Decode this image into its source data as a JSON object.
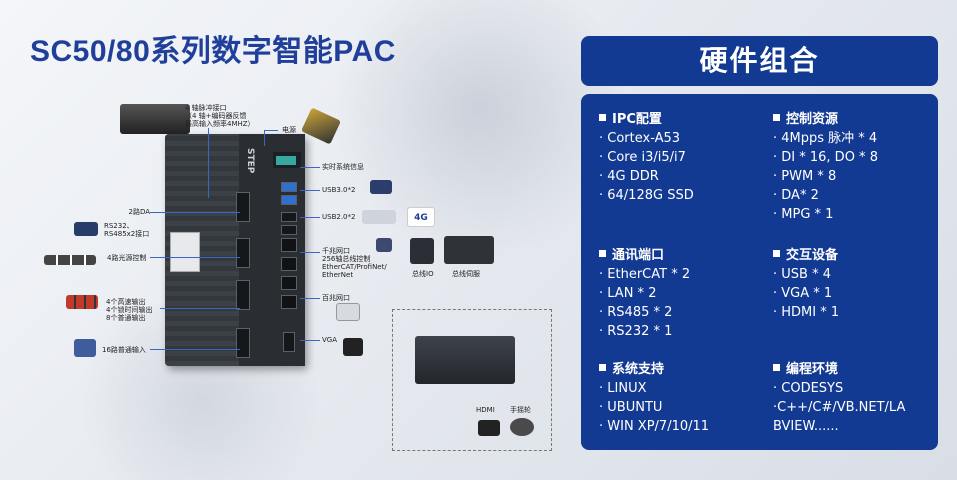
{
  "title": "SC50/80系列数字智能PAC",
  "panel": {
    "heading": "硬件组合",
    "groups": {
      "ipc": {
        "title": "IPC配置",
        "items": [
          "· Cortex-A53",
          "· Core i3/i5/i7",
          "· 4G DDR",
          "· 64/128G SSD"
        ]
      },
      "ctrl": {
        "title": "控制资源",
        "items": [
          "· 4Mpps 脉冲 * 4",
          "· DI * 16, DO * 8",
          "· PWM * 8",
          "· DA* 2",
          "· MPG * 1"
        ]
      },
      "comm": {
        "title": "通讯端口",
        "items": [
          "· EtherCAT * 2",
          "· LAN * 2",
          "· RS485 * 2",
          "· RS232 * 1"
        ]
      },
      "hmi": {
        "title": "交互设备",
        "items": [
          "· USB * 4",
          "· VGA * 1",
          "· HDMI * 1"
        ]
      },
      "os": {
        "title": "系统支持",
        "items": [
          "· LINUX",
          "· UBUNTU",
          "· WIN XP/7/10/11"
        ]
      },
      "prog": {
        "title": "编程环境",
        "items": [
          "· CODESYS",
          "·C++/C#/VB.NET/LA",
          "BVIEW......"
        ]
      }
    }
  },
  "diagram": {
    "pulse_label": "4 轴脉冲接口\n（4 轴+编码器反馈\n最高输入频率4MHZ）",
    "power_label": "电源",
    "rt_label": "实时系统信息",
    "usb3_label": "USB3.0*2",
    "usb2_label": "USB2.0*2",
    "da_label": "2路DA",
    "rs_label": "RS232、\nRS485x2接口",
    "light_label": "4路光源控制",
    "gige_label": "千兆网口\n256轴总线控制\nEtherCAT/ProfiNet/\nEtherNet",
    "bus_io_label": "总线IO",
    "bus_servo_label": "总线伺服",
    "outputs_label": "4个高速输出\n4个锁时间输出\n8个普通输出",
    "gige2_label": "百兆网口",
    "inputs_label": "16路普通输入",
    "vga_label": "VGA",
    "hdmi_label": "HDMI",
    "mpg_label": "手摇轮",
    "badge": "4G"
  },
  "colors": {
    "title": "#1f3f9a",
    "panel": "#133a93",
    "accent_line": "#3a66c4"
  }
}
